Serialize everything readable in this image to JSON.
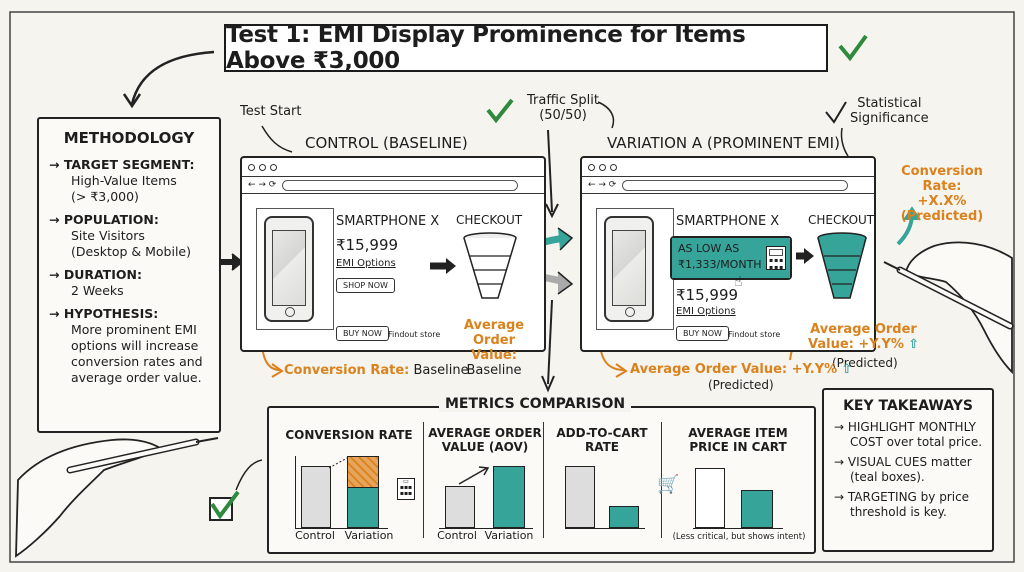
{
  "title": "Test 1: EMI Display Prominence for Items Above ₹3,000",
  "labels": {
    "test_start": "Test Start",
    "traffic_split": "Traffic Split",
    "traffic_split_ratio": "(50/50)",
    "stat_sig_1": "Statistical",
    "stat_sig_2": "Significance"
  },
  "methodology": {
    "heading": "METHODOLOGY",
    "items": [
      {
        "head": "→ TARGET SEGMENT:",
        "lines": [
          "High-Value Items",
          "(> ₹3,000)"
        ]
      },
      {
        "head": "→ POPULATION:",
        "lines": [
          "Site Visitors",
          "(Desktop & Mobile)"
        ]
      },
      {
        "head": "→ DURATION:",
        "lines": [
          "2 Weeks"
        ]
      },
      {
        "head": "→ HYPOTHESIS:",
        "lines": [
          "More prominent EMI",
          "options will increase",
          "conversion rates and",
          "average order value."
        ]
      }
    ]
  },
  "control": {
    "heading": "CONTROL (BASELINE)",
    "product": "SMARTPHONE X",
    "price": "₹15,999",
    "emi_link": "EMI Options",
    "shop_button": "SHOP NOW",
    "buy_button": "BUY NOW",
    "store_link": "Findout store",
    "checkout": "CHECKOUT",
    "aov_label_1": "Average Order",
    "aov_label_2": "Value:",
    "aov_value": "Baseline",
    "conv_label": "Conversion Rate:",
    "conv_value": "Baseline"
  },
  "variation": {
    "heading": "VARIATION A (PROMINENT EMI)",
    "product": "SMARTPHONE X",
    "emi_line1": "AS LOW AS",
    "emi_line2": "₹1,333/MONTH",
    "price": "₹15,999",
    "emi_link": "EMI Options",
    "buy_button": "BUY NOW",
    "store_link": "Findout store",
    "checkout": "CHECKOUT",
    "conv_label": "Conversion Rate:",
    "conv_value": "+X.X%",
    "conv_pred": "(Predicted)",
    "aov_label_1": "Average Order",
    "aov_label_2": "Value: +Y.Y%",
    "aov_pred": "(Predicted)",
    "aov_bottom": "Average Order Value: +Y.Y%",
    "aov_bottom_pred": "(Predicted)"
  },
  "metrics": {
    "heading": "METRICS COMPARISON",
    "conv_title": "CONVERSION RATE",
    "aov_title_1": "AVERAGE ORDER",
    "aov_title_2": "VALUE (AOV)",
    "atc_title_1": "ADD-TO-CART",
    "atc_title_2": "RATE",
    "aip_title_1": "AVERAGE ITEM",
    "aip_title_2": "PRICE IN CART",
    "control_label": "Control",
    "variation_label": "Variation",
    "note": "(Less critical, but shows intent)"
  },
  "takeaways": {
    "heading": "KEY TAKEAWAYS",
    "items": [
      {
        "line1": "→ HIGHLIGHT MONTHLY",
        "line2": "COST over total price."
      },
      {
        "line1": "→ VISUAL CUES matter",
        "line2": "(teal boxes)."
      },
      {
        "line1": "→ TARGETING by price",
        "line2": "threshold is key."
      }
    ]
  },
  "colors": {
    "accent": "#37a49a",
    "orange": "#d9821e",
    "ink": "#1d1d1d"
  }
}
